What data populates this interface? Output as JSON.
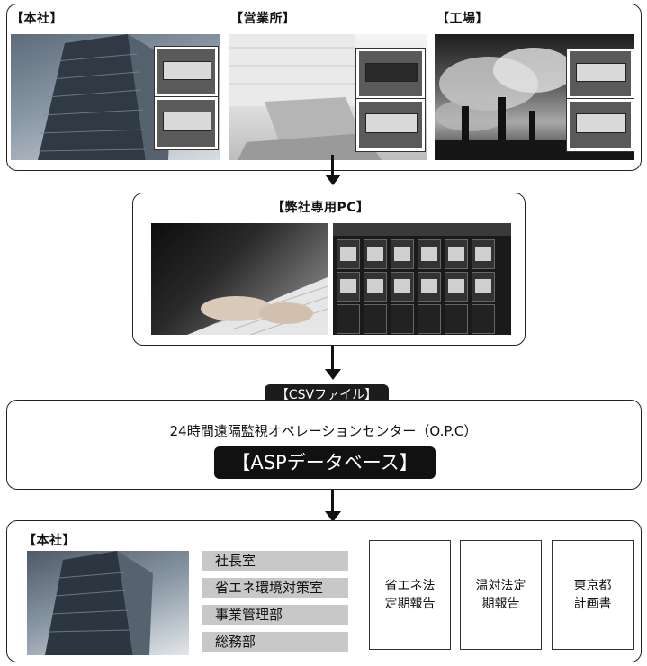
{
  "top_sites": {
    "headquarters_label": "【本社】",
    "sales_office_label": "【営業所】",
    "factory_label": "【工場】"
  },
  "company_pc": {
    "label": "【弊社専用PC】"
  },
  "csv": {
    "label": "【CSVファイル】"
  },
  "opc": {
    "title": "24時間遠隔監視オペレーションセンター（O.P.C）",
    "database_label": "【ASPデータベース】"
  },
  "bottom": {
    "headquarters_label": "【本社】",
    "departments": [
      "社長室",
      "省エネ環境対策室",
      "事業管理部",
      "総務部"
    ],
    "reports": [
      "省エネ法\n定期報告",
      "温対法定\n期報告",
      "東京都\n計画書"
    ]
  }
}
